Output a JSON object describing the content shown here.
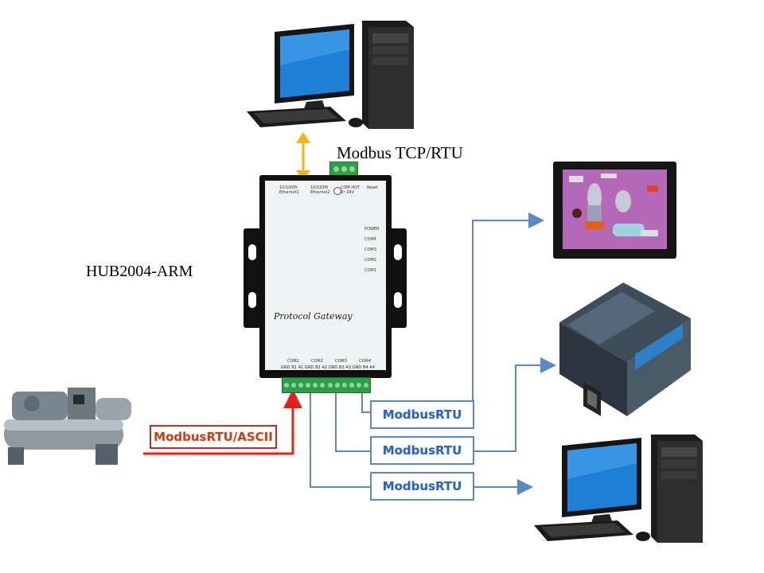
{
  "labels": {
    "top_protocol": "Modbus TCP/RTU",
    "device_name": "HUB2004-ARM",
    "gateway_text": "Protocol Gateway",
    "red_link": "ModbusRTU/ASCII",
    "rtu_1": "ModbusRTU",
    "rtu_2": "ModbusRTU",
    "rtu_3": "ModbusRTU"
  },
  "gateway_panel": {
    "eth1": "10/100M",
    "eth1b": "Ethernet1",
    "eth2": "10/100M",
    "eth2b": "Ethernet2",
    "power_in": "COM HOT",
    "power_in_b": "9~24V",
    "reset": "Reset",
    "leds": [
      "POWER",
      "COM4",
      "COM3",
      "COM2",
      "COM1"
    ],
    "bottom_ports": [
      "COM1",
      "COM2",
      "COM3",
      "COM4"
    ],
    "bottom_pins": [
      "GND",
      "B1",
      "A1",
      "GND",
      "B2",
      "A2",
      "GND",
      "B3",
      "A3",
      "GND",
      "B4",
      "A4"
    ]
  },
  "colors": {
    "blue_line": "#5b88c4",
    "red_line": "#e0221b",
    "orange_arrow": "#f5b318",
    "terminal_green": "#2e9e4a"
  }
}
